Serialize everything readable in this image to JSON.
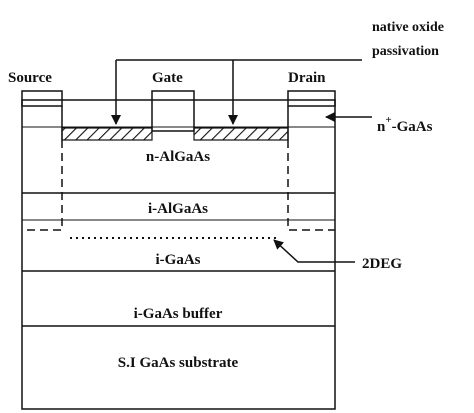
{
  "diagram": {
    "terminals": {
      "source": "Source",
      "gate": "Gate",
      "drain": "Drain"
    },
    "callouts": {
      "passivation_line1": "native oxide",
      "passivation_line2": "passivation",
      "cap_prefix": "n",
      "cap_superscript": "+",
      "cap_suffix": "-GaAs",
      "channel": "2DEG"
    },
    "layers": [
      {
        "id": "n-algaas",
        "label": "n-AlGaAs"
      },
      {
        "id": "i-algaas",
        "label": "i-AlGaAs"
      },
      {
        "id": "i-gaas",
        "label": "i-GaAs"
      },
      {
        "id": "i-gaas-buffer",
        "label": "i-GaAs buffer"
      },
      {
        "id": "substrate",
        "label": "S.I GaAs substrate"
      }
    ],
    "colors": {
      "ink": "#111111",
      "background": "#ffffff"
    }
  }
}
